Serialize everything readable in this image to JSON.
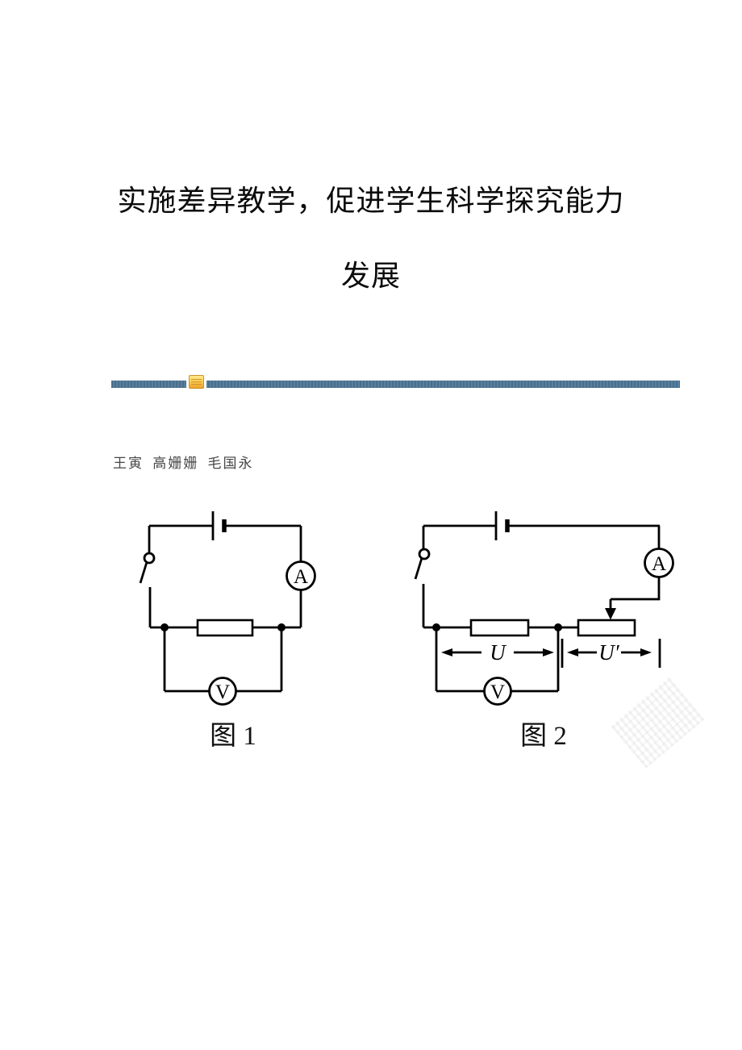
{
  "document": {
    "title_line1": "实施差异教学，促进学生科学探究能力",
    "title_line2": "发展",
    "authors": "王寅 高姗姗 毛国永"
  },
  "divider": {
    "bar_color": "#4d7190",
    "icon": "gold-note-icon",
    "icon_color": "#f5b63e"
  },
  "figure1": {
    "caption": "图 1",
    "ammeter_label": "A",
    "voltmeter_label": "V"
  },
  "figure2": {
    "caption": "图 2",
    "ammeter_label": "A",
    "voltmeter_label": "V",
    "voltage_label": "U",
    "voltage_prime_label": "U′"
  }
}
